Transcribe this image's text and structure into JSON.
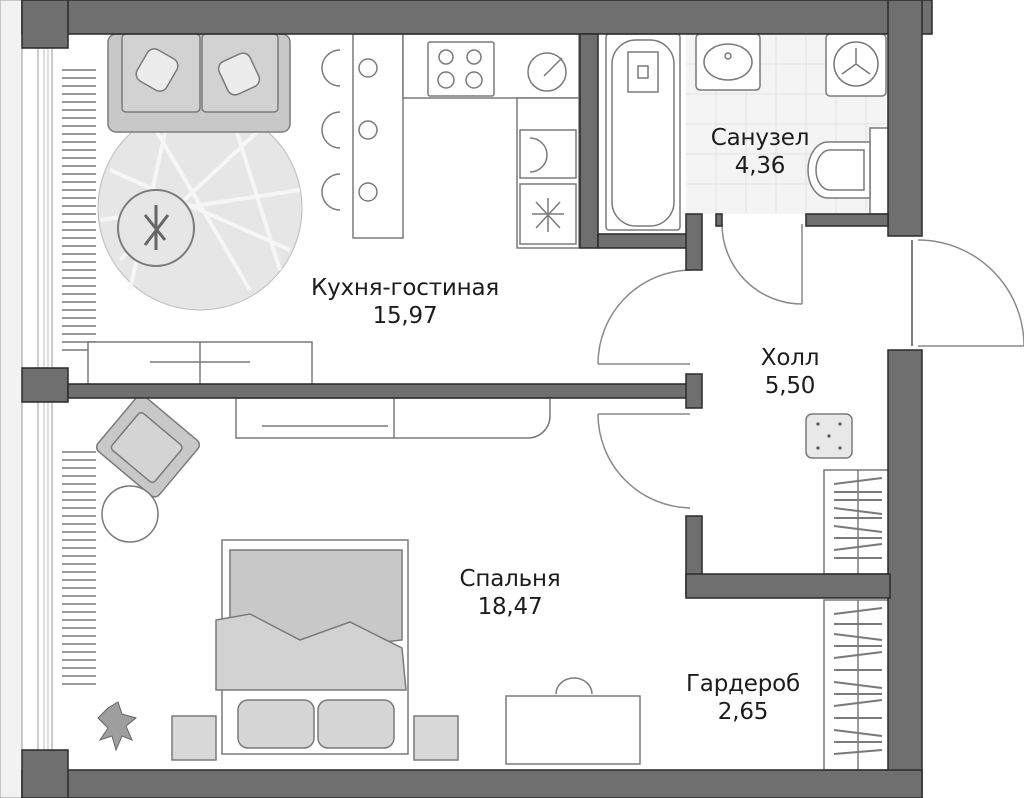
{
  "plan": {
    "colors": {
      "wall": "#6f6f6f",
      "wall_outline": "#2a2a2a",
      "furniture_fill": "#c8c8c8",
      "furniture_stroke": "#7a7a7a",
      "tile_grid": "#e8e8e8",
      "bathroom_floor": "#f3f3f3",
      "background": "#ffffff"
    },
    "rooms": [
      {
        "id": "kitchen-living",
        "name": "Кухня-гостиная",
        "area": "15,97"
      },
      {
        "id": "bathroom",
        "name": "Санузел",
        "area": "4,36"
      },
      {
        "id": "hall",
        "name": "Холл",
        "area": "5,50"
      },
      {
        "id": "bedroom",
        "name": "Спальня",
        "area": "18,47"
      },
      {
        "id": "wardrobe",
        "name": "Гардероб",
        "area": "2,65"
      }
    ]
  }
}
